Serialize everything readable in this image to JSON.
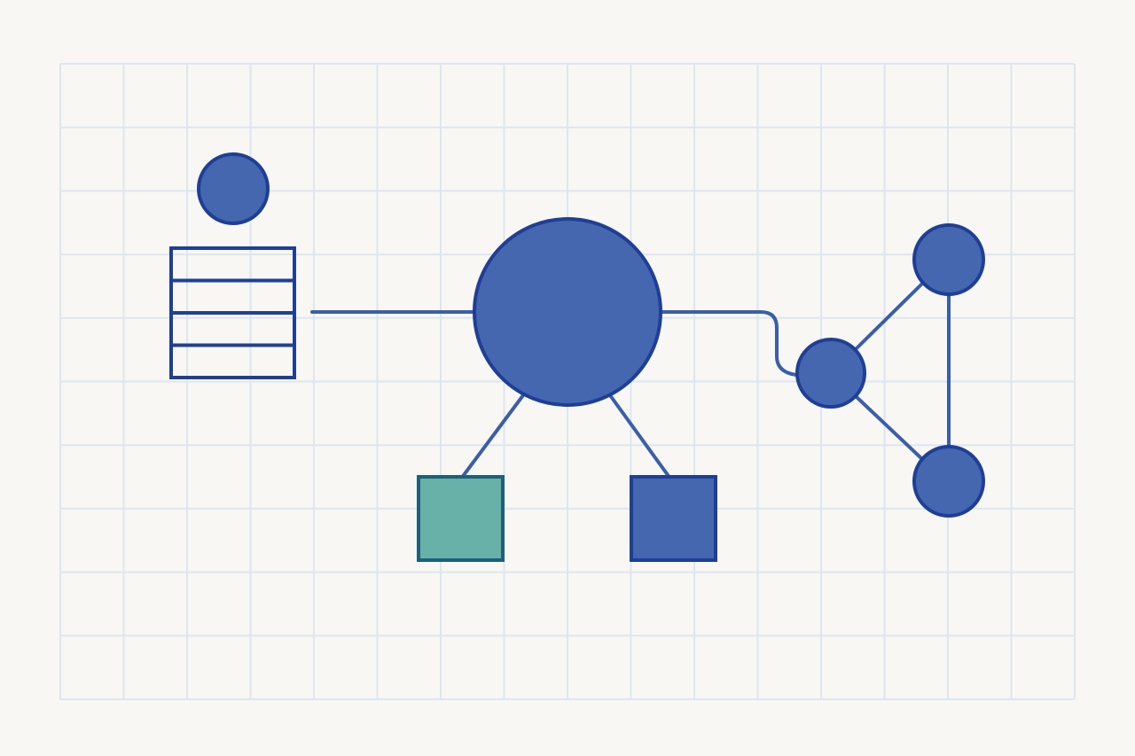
{
  "colors": {
    "background": "#f8f7f3",
    "grid": "#dde6f0",
    "primary_fill": "#4467b0",
    "primary_stroke": "#1f3f96",
    "secondary_fill": "#68b1a9",
    "secondary_stroke": "#1f5f7a",
    "edge": "#3a5fa8"
  },
  "diagram": {
    "grid": true,
    "nodes": [
      {
        "id": "person-head",
        "shape": "circle"
      },
      {
        "id": "list-stack",
        "shape": "striped-rectangle",
        "rows": 4
      },
      {
        "id": "hub",
        "shape": "circle"
      },
      {
        "id": "box-teal",
        "shape": "square",
        "fill": "secondary"
      },
      {
        "id": "box-blue",
        "shape": "square",
        "fill": "primary"
      },
      {
        "id": "junction",
        "shape": "circle"
      },
      {
        "id": "leaf-top",
        "shape": "circle"
      },
      {
        "id": "leaf-bottom",
        "shape": "circle"
      }
    ],
    "edges": [
      {
        "from": "list-stack",
        "to": "hub"
      },
      {
        "from": "hub",
        "to": "box-teal"
      },
      {
        "from": "hub",
        "to": "box-blue"
      },
      {
        "from": "hub",
        "to": "junction"
      },
      {
        "from": "junction",
        "to": "leaf-top"
      },
      {
        "from": "junction",
        "to": "leaf-bottom"
      },
      {
        "from": "leaf-top",
        "to": "leaf-bottom"
      }
    ]
  }
}
